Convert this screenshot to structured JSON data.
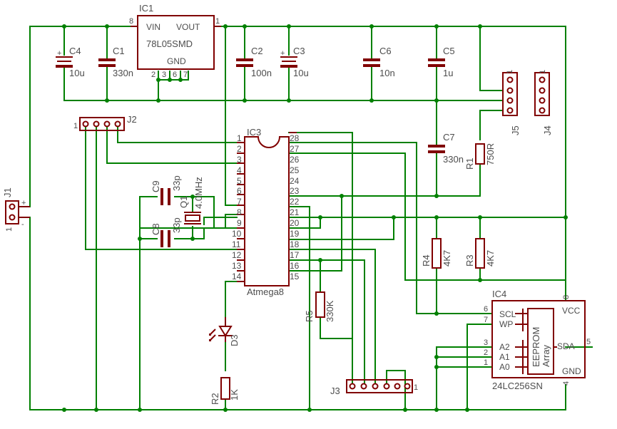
{
  "components": {
    "ic1": {
      "ref": "IC1",
      "value": "78L05SMD",
      "pin_vin": "VIN",
      "pin_vout": "VOUT",
      "pin_gnd": "GND",
      "pins": [
        "8",
        "1",
        "2",
        "3",
        "6",
        "7"
      ]
    },
    "ic3": {
      "ref": "IC3",
      "value": "Atmega8",
      "left_pins": [
        "1",
        "2",
        "3",
        "4",
        "5",
        "6",
        "7",
        "8",
        "9",
        "10",
        "11",
        "12",
        "13",
        "14"
      ],
      "right_pins": [
        "28",
        "27",
        "26",
        "25",
        "24",
        "23",
        "22",
        "21",
        "20",
        "19",
        "18",
        "17",
        "16",
        "15"
      ]
    },
    "ic4": {
      "ref": "IC4",
      "value": "24LC256SN",
      "vcc": "VCC",
      "gnd": "GND",
      "sda": "SDA",
      "scl": "SCL",
      "wp": "WP",
      "a2": "A2",
      "a1": "A1",
      "a0": "A0",
      "eeprom": "EEPROM",
      "array": "Array",
      "pins": {
        "scl": "6",
        "wp": "7",
        "a2": "3",
        "a1": "2",
        "a0": "1",
        "vcc": "8",
        "sda": "5",
        "gnd": "4"
      }
    },
    "c1": {
      "ref": "C1",
      "value": "330n"
    },
    "c2": {
      "ref": "C2",
      "value": "100n"
    },
    "c3": {
      "ref": "C3",
      "value": "10u"
    },
    "c4": {
      "ref": "C4",
      "value": "10u"
    },
    "c5": {
      "ref": "C5",
      "value": "1u"
    },
    "c6": {
      "ref": "C6",
      "value": "10n"
    },
    "c7": {
      "ref": "C7",
      "value": "330n"
    },
    "c8": {
      "ref": "C8",
      "value": "33p"
    },
    "c9": {
      "ref": "C9",
      "value": "33p"
    },
    "q1": {
      "ref": "Q1",
      "value": "4.0MHz"
    },
    "r1": {
      "ref": "R1",
      "value": "750R"
    },
    "r2": {
      "ref": "R2",
      "value": "1K"
    },
    "r3": {
      "ref": "R3",
      "value": "4K7"
    },
    "r4": {
      "ref": "R4",
      "value": "4K7"
    },
    "r5": {
      "ref": "R5",
      "value": "330K"
    },
    "d3": {
      "ref": "D3"
    },
    "j1": {
      "ref": "J1",
      "plus": "+",
      "minus": "-",
      "pin1": "1"
    },
    "j2": {
      "ref": "J2",
      "pin1": "1"
    },
    "j3": {
      "ref": "J3",
      "pin1": "1"
    },
    "j4": {
      "ref": "J4",
      "pin1": "1"
    },
    "j5": {
      "ref": "J5",
      "pin1": "1"
    }
  }
}
